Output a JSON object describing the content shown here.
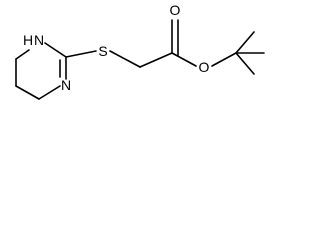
{
  "molecule": {
    "atoms": {
      "nh": "H",
      "n1": "N",
      "n2": "N",
      "s": "S",
      "o_carbonyl": "O",
      "o_ester": "O"
    }
  }
}
